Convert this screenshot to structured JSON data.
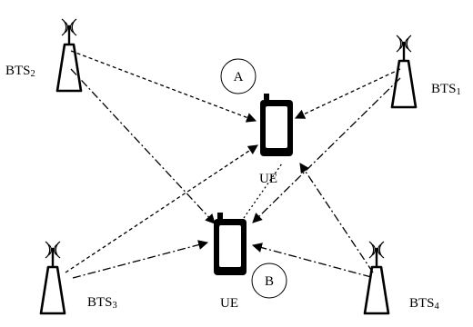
{
  "stations": [
    {
      "id": "bts2",
      "prefix": "BTS",
      "index": "2"
    },
    {
      "id": "bts1",
      "prefix": "BTS",
      "index": "1"
    },
    {
      "id": "bts3",
      "prefix": "BTS",
      "index": "3"
    },
    {
      "id": "bts4",
      "prefix": "BTS",
      "index": "4"
    }
  ],
  "ue_a": {
    "label": "UE",
    "marker": "A"
  },
  "ue_b": {
    "label": "UE",
    "marker": "B"
  },
  "icons": {
    "tower": "antenna-tower-icon",
    "phone": "mobile-phone-icon"
  },
  "colors": {
    "ink": "#000000",
    "background": "#ffffff"
  }
}
